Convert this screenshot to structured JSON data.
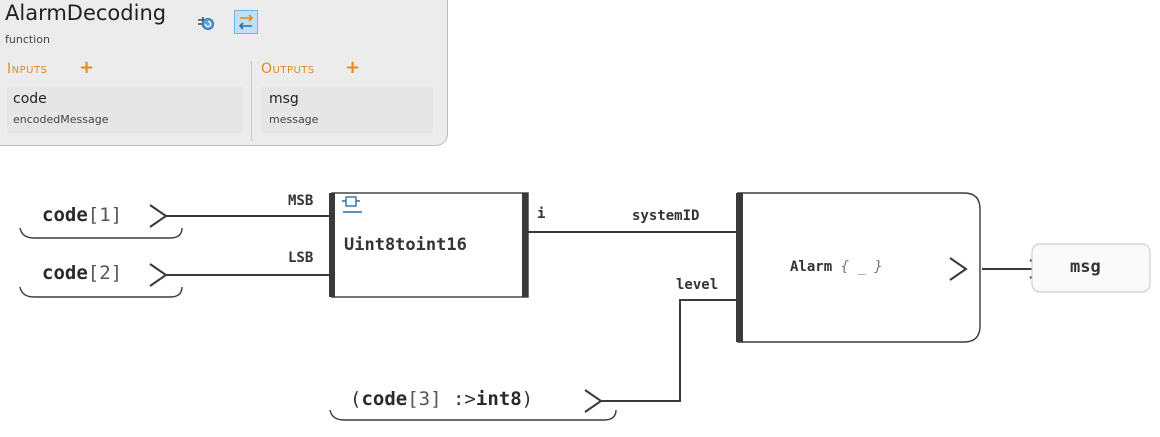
{
  "function": {
    "name": "AlarmDecoding",
    "kind": "function",
    "icons": [
      "sync-icon",
      "swap-icon"
    ]
  },
  "inputs": {
    "title": "Inputs",
    "add_symbol": "+",
    "items": [
      {
        "name": "code",
        "type": "encodedMessage"
      }
    ]
  },
  "outputs": {
    "title": "Outputs",
    "add_symbol": "+",
    "items": [
      {
        "name": "msg",
        "type": "message"
      }
    ]
  },
  "diagram": {
    "input1": {
      "name": "code",
      "index": "[1]"
    },
    "input2": {
      "name": "code",
      "index": "[2]"
    },
    "input3": {
      "open": "(",
      "name": "code",
      "index": "[3]",
      "op": " :>",
      "type": "int8",
      "close": ")"
    },
    "block1": {
      "title": "Uint8toint16",
      "pins_in": [
        "MSB",
        "LSB"
      ],
      "pin_out": "i"
    },
    "block2": {
      "title": "Alarm",
      "brace": "{ _ }",
      "pins_in": [
        "systemID",
        "level"
      ]
    },
    "output": {
      "name": "msg"
    }
  },
  "colors": {
    "accent": "#e8871b",
    "wire": "#3a3a3a",
    "panel": "#ececec",
    "icon_blue": "#6fb5e6"
  }
}
